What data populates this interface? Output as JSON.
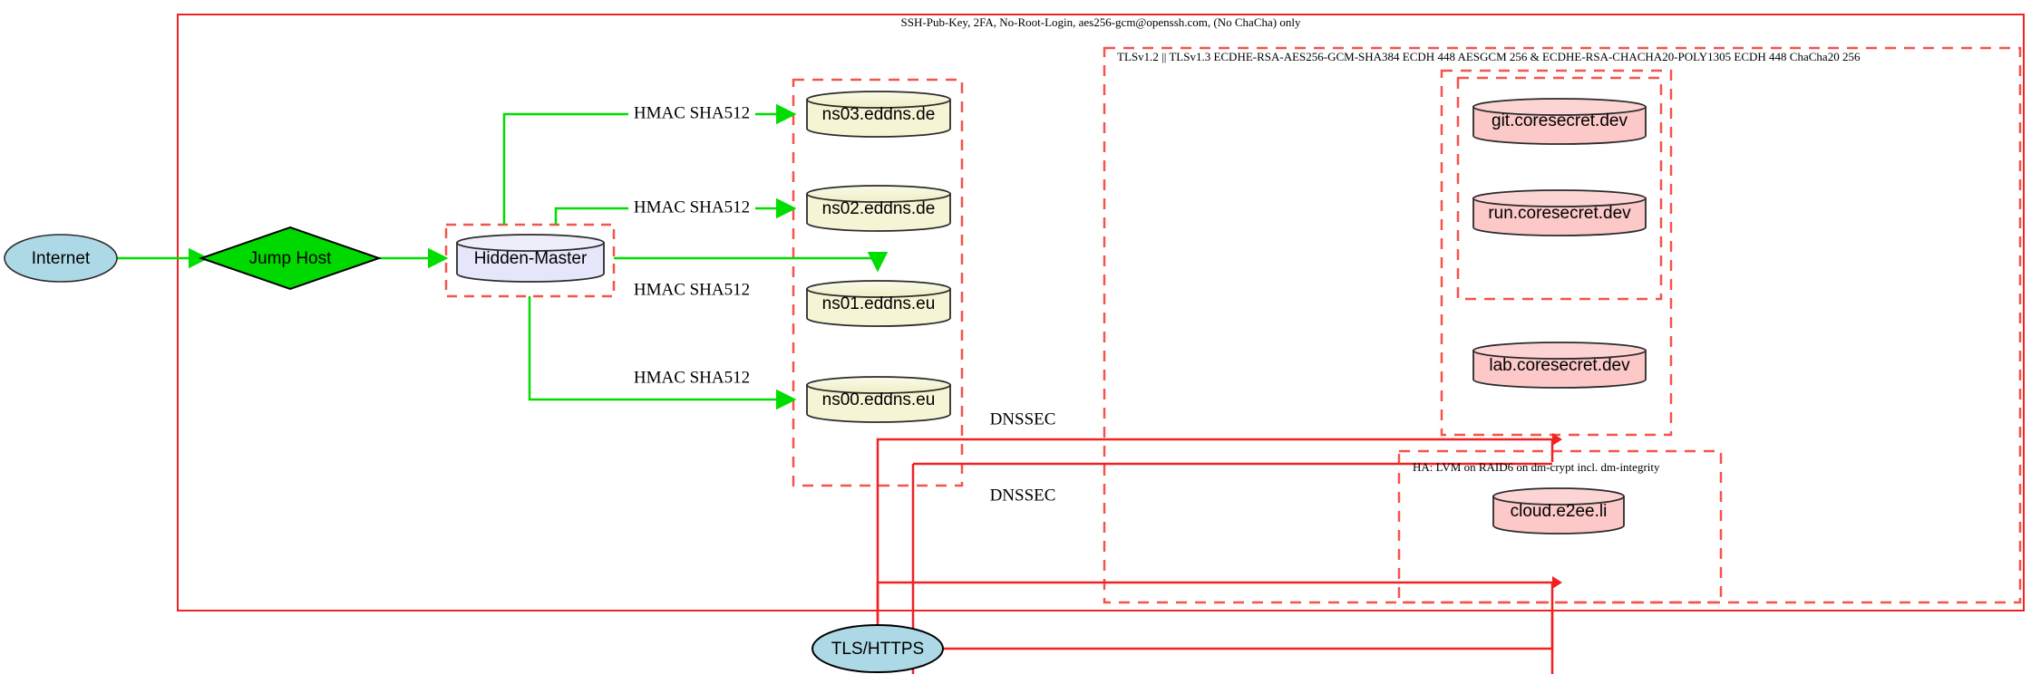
{
  "diagram": {
    "title": "DNS and service infrastructure topology",
    "colors": {
      "solid_red": "#ee2222",
      "dashed_red": "#f4544c",
      "green_edge": "#00dd00",
      "internet_fill": "#add8e6",
      "jumphost_fill": "#00d900",
      "master_fill": "#e6e6fa",
      "dns_fill": "#f5f5d5",
      "service_fill": "#fcc8c8",
      "stroke": "#2b2b2b"
    },
    "boundaries": [
      {
        "id": "ssh-zone",
        "style": "solid",
        "label": "SSH-Pub-Key, 2FA, No-Root-Login, aes256-gcm@openssh.com, (No ChaCha) only"
      },
      {
        "id": "tls-zone",
        "style": "dashed",
        "label": "TLSv1.2 || TLSv1.3 ECDHE-RSA-AES256-GCM-SHA384 ECDH 448 AESGCM 256 & ECDHE-RSA-CHACHA20-POLY1305 ECDH 448 ChaCha20 256"
      },
      {
        "id": "ha-zone",
        "style": "dashed",
        "label": "HA: LVM on RAID6 on dm-crypt incl. dm-integrity"
      },
      {
        "id": "hidden-master-zone",
        "style": "dashed",
        "label": ""
      },
      {
        "id": "dns-zone",
        "style": "dashed",
        "label": ""
      },
      {
        "id": "coresecret-outer-zone",
        "style": "dashed",
        "label": ""
      },
      {
        "id": "coresecret-inner-zone",
        "style": "dashed",
        "label": ""
      }
    ],
    "nodes": [
      {
        "id": "internet",
        "label": "Internet",
        "shape": "ellipse",
        "fill": "#add8e6"
      },
      {
        "id": "jumphost",
        "label": "Jump Host",
        "shape": "diamond",
        "fill": "#00d900"
      },
      {
        "id": "master",
        "label": "Hidden-Master",
        "shape": "cylinder",
        "fill": "#e6e6fa"
      },
      {
        "id": "ns03",
        "label": "ns03.eddns.de",
        "shape": "cylinder",
        "fill": "#f5f5d5"
      },
      {
        "id": "ns02",
        "label": "ns02.eddns.de",
        "shape": "cylinder",
        "fill": "#f5f5d5"
      },
      {
        "id": "ns01",
        "label": "ns01.eddns.eu",
        "shape": "cylinder",
        "fill": "#f5f5d5"
      },
      {
        "id": "ns00",
        "label": "ns00.eddns.eu",
        "shape": "cylinder",
        "fill": "#f5f5d5"
      },
      {
        "id": "git",
        "label": "git.coresecret.dev",
        "shape": "cylinder",
        "fill": "#fcc8c8"
      },
      {
        "id": "run",
        "label": "run.coresecret.dev",
        "shape": "cylinder",
        "fill": "#fcc8c8"
      },
      {
        "id": "lab",
        "label": "lab.coresecret.dev",
        "shape": "cylinder",
        "fill": "#fcc8c8"
      },
      {
        "id": "cloud",
        "label": "cloud.e2ee.li",
        "shape": "cylinder",
        "fill": "#fcc8c8"
      },
      {
        "id": "tlshttps",
        "label": "TLS/HTTPS",
        "shape": "ellipse",
        "fill": "#add8e6"
      }
    ],
    "edges": [
      {
        "from": "internet",
        "to": "jumphost",
        "label": "",
        "color": "green"
      },
      {
        "from": "jumphost",
        "to": "master",
        "label": "",
        "color": "green"
      },
      {
        "from": "master",
        "to": "ns03",
        "label": "HMAC SHA512",
        "color": "green"
      },
      {
        "from": "master",
        "to": "ns02",
        "label": "HMAC SHA512",
        "color": "green"
      },
      {
        "from": "master",
        "to": "ns01",
        "label": "HMAC SHA512",
        "color": "green"
      },
      {
        "from": "master",
        "to": "ns00",
        "label": "HMAC SHA512",
        "color": "green"
      },
      {
        "from": "tlshttps",
        "to": "coresecret-outer-zone",
        "label": "DNSSEC",
        "color": "red"
      },
      {
        "from": "tlshttps",
        "to": "ha-zone",
        "label": "DNSSEC",
        "color": "red"
      }
    ],
    "edge_labels": {
      "hmac": "HMAC SHA512",
      "dnssec": "DNSSEC"
    }
  }
}
